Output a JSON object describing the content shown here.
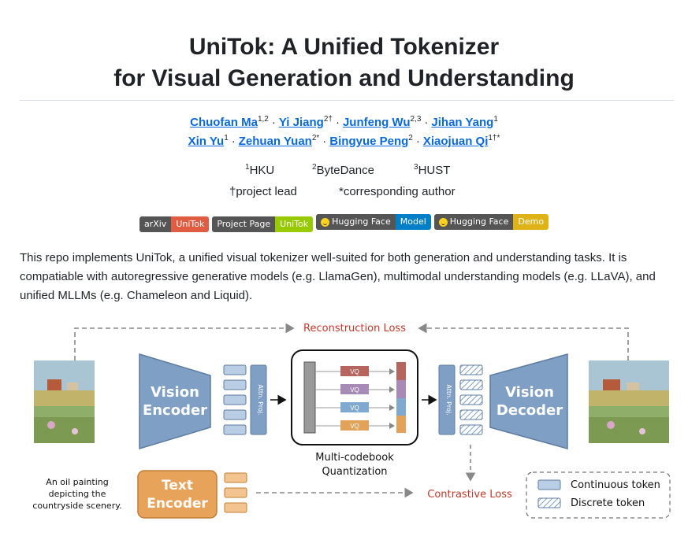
{
  "title": {
    "line1": "UniTok: A Unified Tokenizer",
    "line2": "for Visual Generation and Understanding"
  },
  "authors": [
    {
      "name": "Chuofan Ma",
      "sup": "1,2"
    },
    {
      "name": "Yi Jiang",
      "sup": "2†"
    },
    {
      "name": "Junfeng Wu",
      "sup": "2,3"
    },
    {
      "name": "Jihan Yang",
      "sup": "1"
    },
    {
      "name": "Xin Yu",
      "sup": "1"
    },
    {
      "name": "Zehuan Yuan",
      "sup": "2*"
    },
    {
      "name": "Bingyue Peng",
      "sup": "2"
    },
    {
      "name": "Xiaojuan Qi",
      "sup": "1†*"
    }
  ],
  "separator": "·",
  "affiliations": [
    {
      "sup": "1",
      "name": "HKU"
    },
    {
      "sup": "2",
      "name": "ByteDance"
    },
    {
      "sup": "3",
      "name": "HUST"
    }
  ],
  "notes": {
    "lead": "†project lead",
    "corresponding": "*corresponding author"
  },
  "badges": [
    {
      "left": "arXiv",
      "right": "UniTok",
      "color": "#e05d44",
      "icon": ""
    },
    {
      "left": "Project Page",
      "right": "UniTok",
      "color": "#97ca00",
      "icon": ""
    },
    {
      "left": "Hugging Face",
      "right": "Model",
      "color": "#007ec6",
      "icon": "hugging-face-icon"
    },
    {
      "left": "Hugging Face",
      "right": "Demo",
      "color": "#dfb317",
      "icon": "hugging-face-icon"
    }
  ],
  "description": "This repo implements UniTok, a unified visual tokenizer well-suited for both generation and understanding tasks. It is compatiable with autoregressive generative models (e.g. LlamaGen), multimodal understanding models (e.g. LLaVA), and unified MLLMs (e.g. Chameleon and Liquid).",
  "diagram": {
    "reconstruction_loss": "Reconstruction Loss",
    "vision_encoder": [
      "Vision",
      "Encoder"
    ],
    "vision_decoder": [
      "Vision",
      "Decoder"
    ],
    "attn_proj": "Attn. Proj.",
    "vq_label": "VQ",
    "quantization": [
      "Multi-codebook",
      "Quantization"
    ],
    "text_encoder": [
      "Text",
      "Encoder"
    ],
    "caption": [
      "An oil painting",
      "depicting the",
      "countryside scenery."
    ],
    "contrastive_loss": "Contrastive Loss",
    "legend": {
      "continuous": "Continuous token",
      "discrete": "Discrete token"
    },
    "colors": {
      "loss_red": "#c0392b",
      "encoder_blue": "#7f9fc4",
      "text_orange": "#e8a35a",
      "vq_colors": [
        "#b5645e",
        "#a78ab5",
        "#7fa9cf",
        "#e3a25a"
      ]
    }
  }
}
